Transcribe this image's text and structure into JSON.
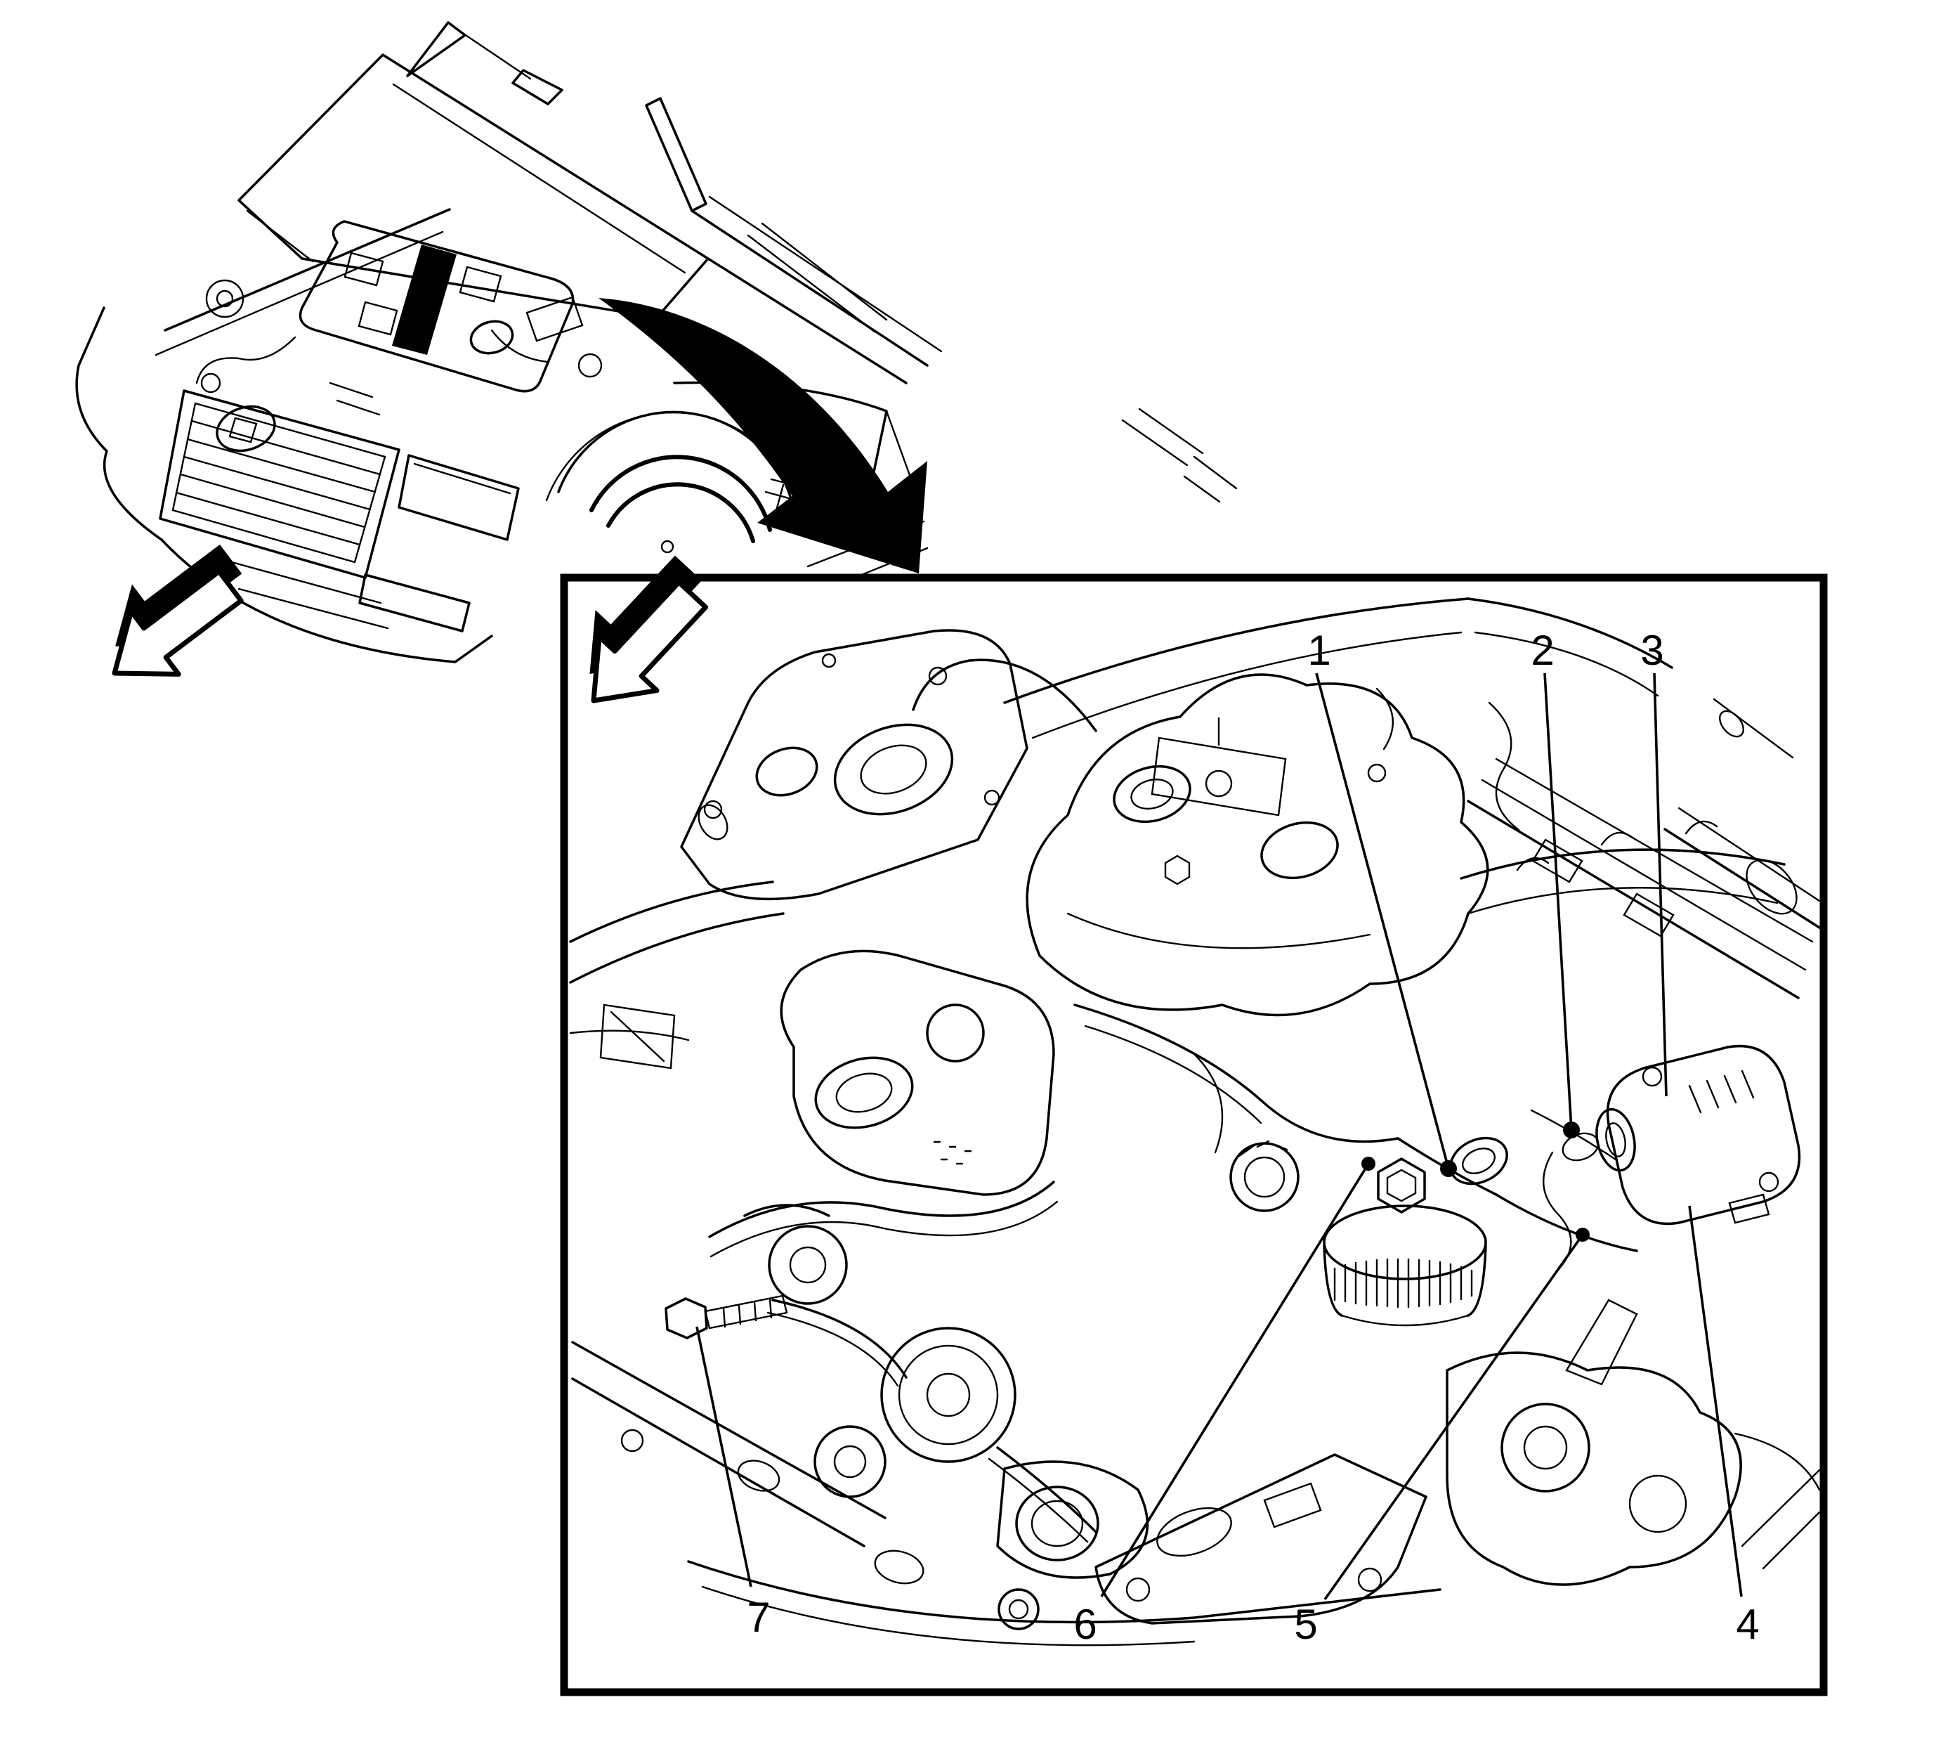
{
  "figure": {
    "kind": "service-manual-engine-compartment-figure",
    "paper_color": "#ffffff",
    "ink_color": "#000000",
    "overview": {
      "subject": "vehicle-front-three-quarter-hood-open",
      "icons": {
        "view_direction_arrow": "block-arrow-down-left",
        "detail_sweep_arrow": "curved-arrow-down-right"
      }
    },
    "detail_view": {
      "border_color": "#000000",
      "icons": {
        "view_direction_arrow": "block-arrow-down-left"
      },
      "callouts": [
        {
          "label": "1"
        },
        {
          "label": "2"
        },
        {
          "label": "3"
        },
        {
          "label": "4"
        },
        {
          "label": "5"
        },
        {
          "label": "6"
        },
        {
          "label": "7"
        }
      ]
    }
  }
}
